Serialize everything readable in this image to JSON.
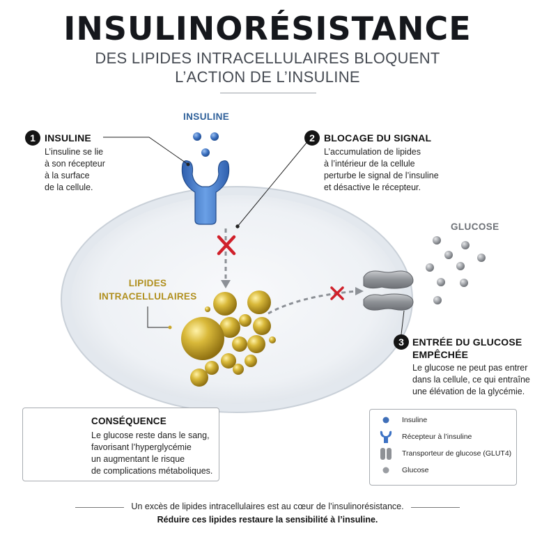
{
  "header": {
    "title": "INSULINORÉSISTANCE",
    "subtitle_line1": "DES LIPIDES INTRACELLULAIRES BLOQUENT",
    "subtitle_line2": "L’ACTION DE L’INSULINE"
  },
  "labels": {
    "insuline": "INSULINE",
    "glucose": "GLUCOSE",
    "lipides_line1": "LIPIDES",
    "lipides_line2": "INTRACELLULAIRES"
  },
  "steps": [
    {
      "number": "1",
      "title": "INSULINE",
      "lines": [
        "L’insuline se lie",
        "à son récepteur",
        "à la surface",
        "de la cellule."
      ]
    },
    {
      "number": "2",
      "title": "BLOCAGE DU SIGNAL",
      "lines": [
        "L’accumulation de lipides",
        "à l’intérieur de la cellule",
        "perturbe le signal de l’insuline",
        "et désactive le récepteur."
      ]
    },
    {
      "number": "3",
      "title_line1": "ENTRÉE DU GLUCOSE",
      "title_line2": "EMPÊCHÉE",
      "lines": [
        "Le glucose ne peut pas entrer",
        "dans la cellule, ce qui entraîne",
        "une élévation de la glycémie."
      ]
    }
  ],
  "consequence": {
    "title": "CONSÉQUENCE",
    "lines": [
      "Le glucose reste dans le sang,",
      "favorisant l’hyperglycémie",
      "un augmentant le risque",
      "de complications métaboliques."
    ]
  },
  "legend": [
    {
      "icon": "insulin-dot-icon",
      "label": "Insuline"
    },
    {
      "icon": "receptor-icon",
      "label": "Récepteur à l’insuline"
    },
    {
      "icon": "glut4-transporter-icon",
      "label": "Transporteur de glucose (GLUT4)"
    },
    {
      "icon": "glucose-dot-icon",
      "label": "Glucose"
    }
  ],
  "footer": {
    "line1": "Un excès de lipides intracellulaires est au cœur de l’insulinorésistance.",
    "line2": "Réduire ces lipides restaure la sensibilité à l’insuline."
  },
  "colors": {
    "insulin_blue": "#3f6fb8",
    "receptor_blue": "#3d72c4",
    "lipid_gold": "#c9a62a",
    "blocked_red": "#d0202a",
    "glucose_gray": "#9a9da2",
    "blood_red": "#c41820"
  }
}
